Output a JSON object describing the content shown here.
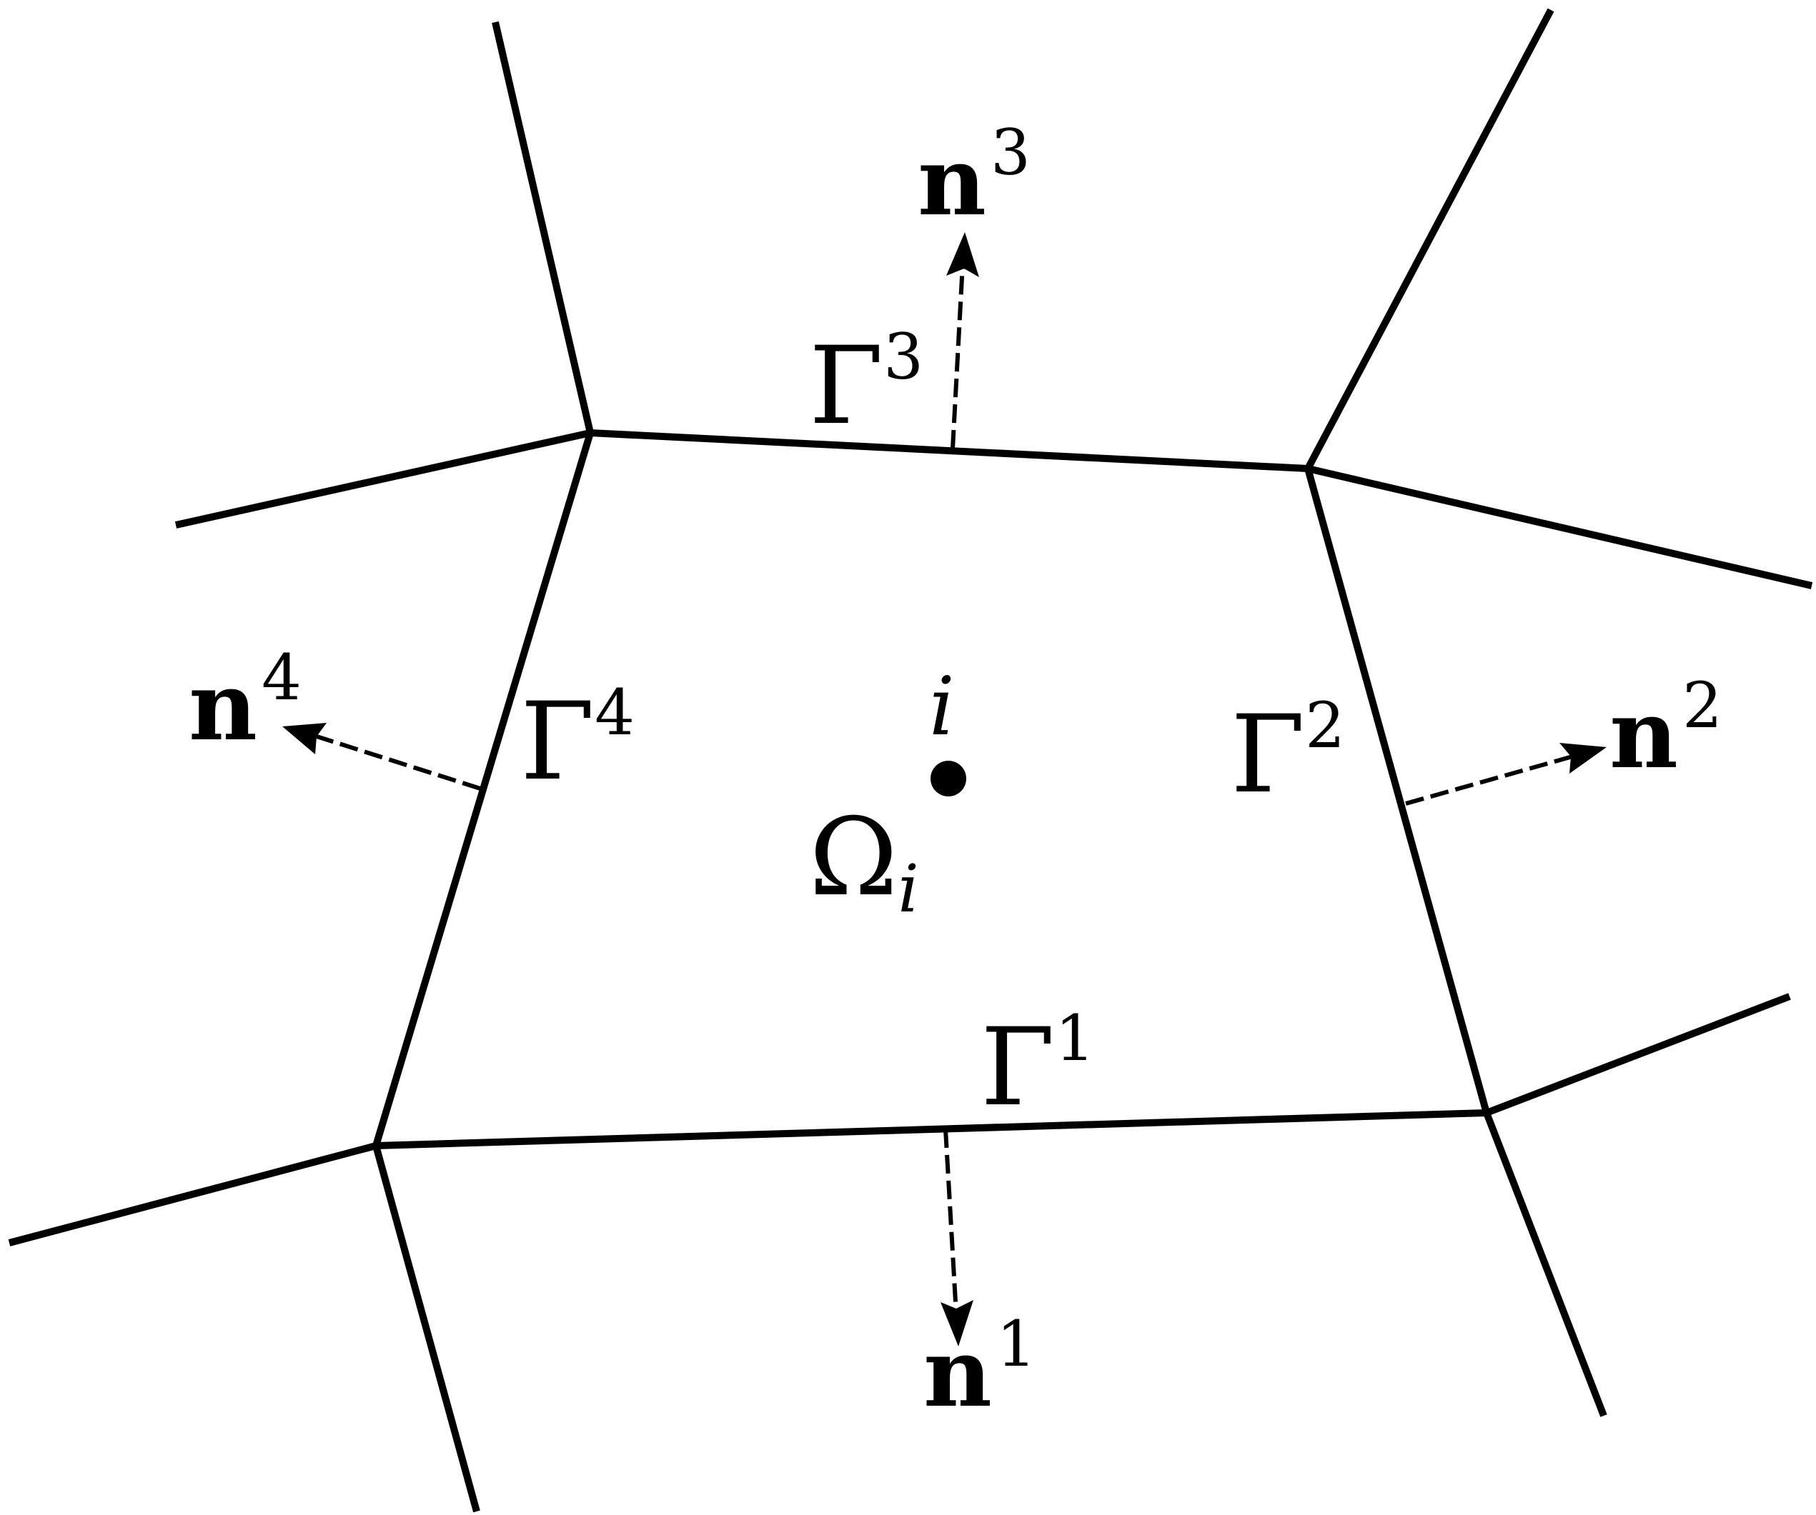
{
  "diagram": {
    "cell_label": "Ω",
    "cell_subscript": "i",
    "node_label": "i",
    "faces": [
      {
        "id": "face-1",
        "gamma": "Γ",
        "gamma_index": "1",
        "normal": "n",
        "normal_index": "1"
      },
      {
        "id": "face-2",
        "gamma": "Γ",
        "gamma_index": "2",
        "normal": "n",
        "normal_index": "2"
      },
      {
        "id": "face-3",
        "gamma": "Γ",
        "gamma_index": "3",
        "normal": "n",
        "normal_index": "3"
      },
      {
        "id": "face-4",
        "gamma": "Γ",
        "gamma_index": "4",
        "normal": "n",
        "normal_index": "4"
      }
    ],
    "colors": {
      "line": "#000000",
      "background": "#ffffff"
    }
  }
}
